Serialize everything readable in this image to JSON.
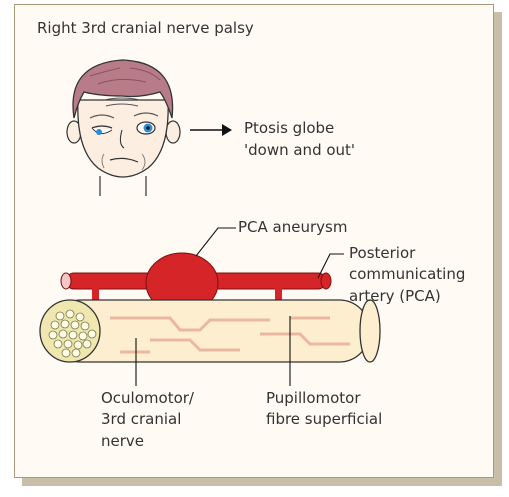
{
  "title": "Right 3rd cranial nerve palsy",
  "face_label": {
    "line1": "Ptosis globe",
    "line2": "'down and out'"
  },
  "labels": {
    "aneurysm": "PCA aneurysm",
    "pcomm": {
      "line1": "Posterior",
      "line2": "communicating",
      "line3": "artery (PCA)"
    },
    "nerve": {
      "line1": "Oculomotor/",
      "line2": "3rd cranial",
      "line3": "nerve"
    },
    "pupillo": {
      "line1": "Pupillomotor",
      "line2": "fibre superficial"
    }
  },
  "colors": {
    "artery": "#d62528",
    "nerve": "#fdeecf",
    "nerve_vessel": "#eab8a0",
    "hair": "#b87c88",
    "skin": "#fdeee2",
    "iris": "#2b8fd6",
    "border": "#a89a78"
  },
  "icons": [
    "face-illustration",
    "arrow-right-icon",
    "artery-illustration",
    "nerve-illustration"
  ]
}
